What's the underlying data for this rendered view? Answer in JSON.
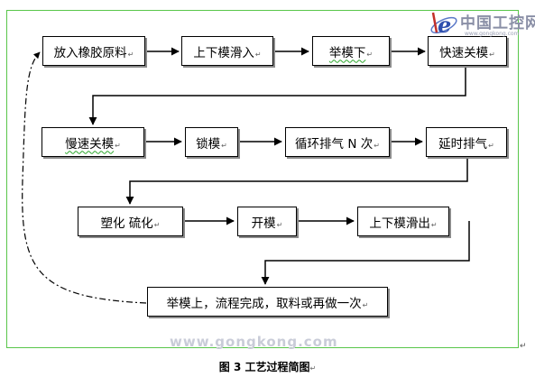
{
  "logo": {
    "text": "中国工控网",
    "url": "www.gongkong.com"
  },
  "steps": {
    "s1": "放入橡胶原料",
    "s2": "上下模滑入",
    "s3": "举模下",
    "s4": "快速关模",
    "s5": "慢速关模",
    "s6": "锁模",
    "s7": "循环排气 N 次",
    "s8": "延时排气",
    "s9": "塑化 硫化",
    "s10": "开模",
    "s11": "上下模滑出",
    "s12": "举模上，流程完成，取料或再做一次"
  },
  "watermark": "www.gongkong.com",
  "caption": "图 3 工艺过程简图",
  "return_mark": "↵"
}
